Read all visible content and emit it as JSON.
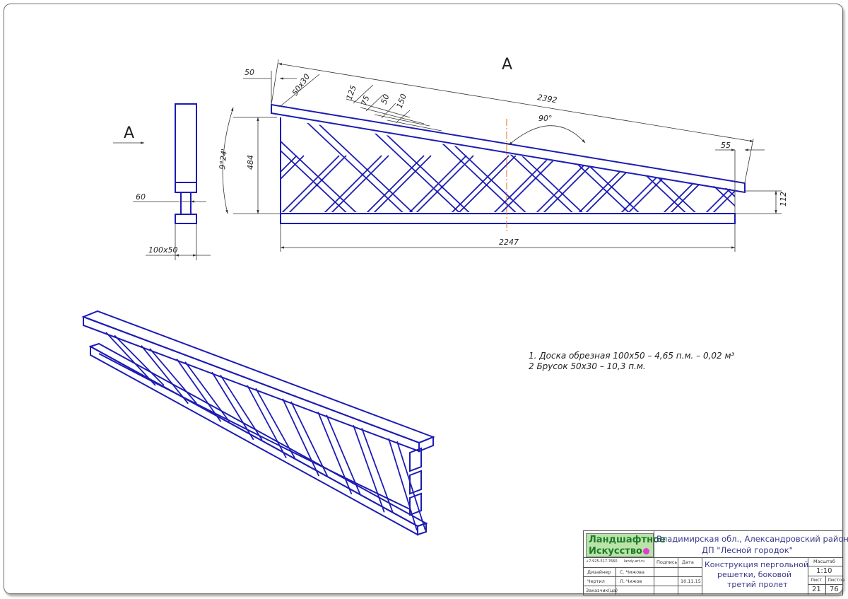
{
  "drawing": {
    "view_label_main": "А",
    "view_label_side": "А",
    "dims": {
      "top_offset": "50",
      "member_size": "50x30",
      "spacing_a": "125",
      "spacing_b": "75",
      "spacing_c": "50",
      "spacing_d": "150",
      "top_length": "2392",
      "right_offset": "55",
      "angle_90": "90°",
      "angle_slope": "9°24'",
      "height_left": "484",
      "height_right": "112",
      "bottom_length": "2247",
      "post_gap": "60",
      "post_size": "100x50"
    }
  },
  "notes": [
    "1. Доска обрезная 100х50 – 4,65 п.м. – 0,02 м³",
    "2 Брусок 50х30 – 10,3 п.м."
  ],
  "title_block": {
    "logo_line1": "Ландшафтное",
    "logo_line2": "Искусство",
    "phone": "+7-925-517-7660",
    "site": "landy-art.ru",
    "location": "Владимирская обл., Александровский район,",
    "project": "ДП \"Лесной городок\"",
    "title_line1": "Конструкция пергольной",
    "title_line2": "решетки, боковой",
    "title_line3": "третий пролет",
    "label_designer": "Дизайнер",
    "designer_name": "С. Чижова",
    "label_drafter": "Чертил",
    "drafter_name": "Л. Чижов",
    "label_customer": "Заказчик(ца)",
    "label_signature": "Подпись",
    "label_date": "Дата",
    "date": "10.11.15",
    "label_scale": "Масштаб",
    "scale": "1:10",
    "label_sheet": "Лист",
    "label_sheets": "Листов",
    "sheet": "21",
    "sheets": "76"
  },
  "colors": {
    "line": "#1c1cb4",
    "dim": "#333333",
    "logo_green": "#2e9e3a",
    "logo_bg": "#b9e3a8",
    "logo_dot": "#e23bd2"
  }
}
